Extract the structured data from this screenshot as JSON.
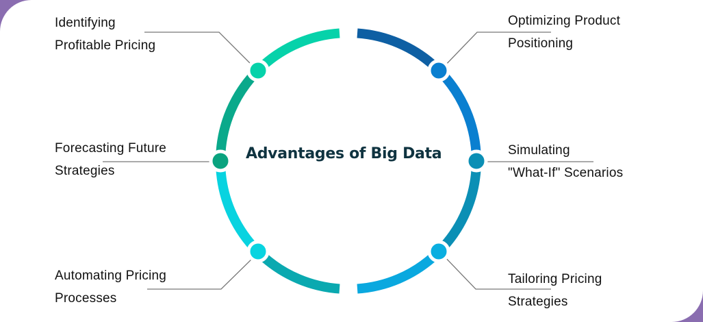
{
  "diagram": {
    "title": "Advantages of Big Data",
    "colors": {
      "background_accent": "#8a6db0",
      "title_color": "#0f3340",
      "leader_line": "#777777"
    },
    "items": [
      {
        "position": "top-left",
        "line1": "Identifying",
        "line2": "Profitable Pricing",
        "dot_color": "#06d2aa"
      },
      {
        "position": "middle-left",
        "line1": "Forecasting Future",
        "line2": "Strategies",
        "dot_color": "#0aa37f"
      },
      {
        "position": "bottom-left",
        "line1": "Automating Pricing",
        "line2": "Processes",
        "dot_color": "#08d4e0"
      },
      {
        "position": "top-right",
        "line1": "Optimizing Product",
        "line2": "Positioning",
        "dot_color": "#0a7fd0"
      },
      {
        "position": "middle-right",
        "line1": "Simulating",
        "line2": "\"What-If\" Scenarios",
        "dot_color": "#0b8fb5"
      },
      {
        "position": "bottom-right",
        "line1": "Tailoring Pricing",
        "line2": "Strategies",
        "dot_color": "#0aaee0"
      }
    ],
    "ring_segments": [
      {
        "name": "top-right-arc",
        "color": "#0e5fa3"
      },
      {
        "name": "right-upper-arc",
        "color": "#0a7fd0"
      },
      {
        "name": "right-lower-arc",
        "color": "#0b8fb5"
      },
      {
        "name": "bottom-right-arc",
        "color": "#0aa8df"
      },
      {
        "name": "bottom-left-arc",
        "color": "#0aa9b0"
      },
      {
        "name": "left-lower-arc",
        "color": "#08d3e0"
      },
      {
        "name": "left-upper-arc",
        "color": "#0aa98b"
      },
      {
        "name": "top-left-arc",
        "color": "#06d2aa"
      }
    ]
  }
}
